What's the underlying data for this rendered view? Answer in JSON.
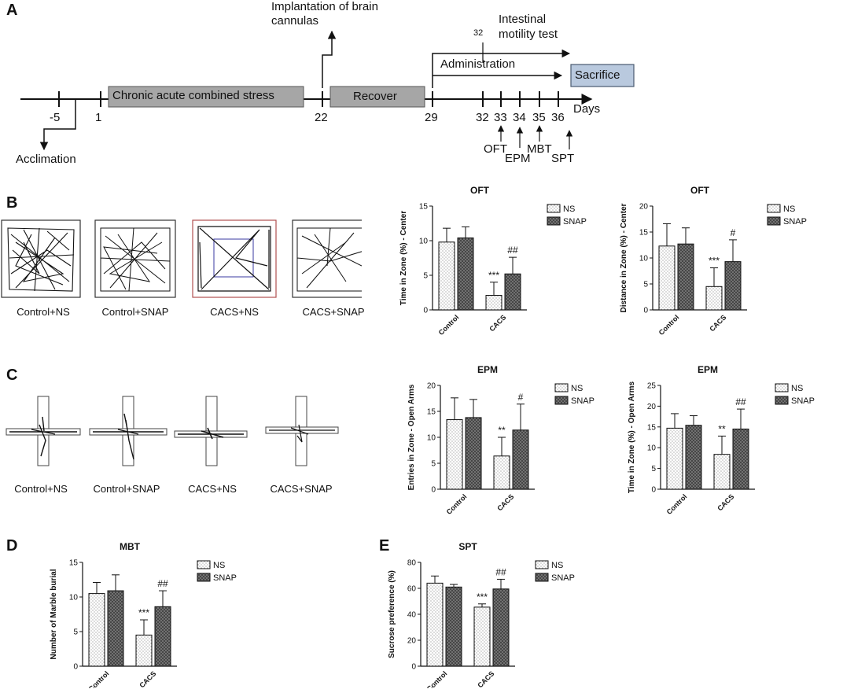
{
  "panels": {
    "A": "A",
    "B": "B",
    "C": "C",
    "D": "D",
    "E": "E"
  },
  "timeline": {
    "top_labels": {
      "implantation": [
        "Implantation of brain",
        "cannulas"
      ],
      "intestinal": [
        "Intestinal",
        "motility test"
      ],
      "day32_small": "32"
    },
    "stress_box": "Chronic acute combined stress",
    "recover_box": "Recover",
    "administration": "Administration",
    "sacrifice": "Sacrifice",
    "days_label": "Days",
    "acclimation": "Acclimation",
    "ticks": [
      "-5",
      "1",
      "22",
      "29",
      "32",
      "33",
      "34",
      "35",
      "36"
    ],
    "tests": {
      "oft": "OFT",
      "epm": "EPM",
      "mbt": "MBT",
      "spt": "SPT"
    }
  },
  "track_labels": {
    "oft": [
      "Control+NS",
      "Control+SNAP",
      "CACS+NS",
      "CACS+SNAP"
    ],
    "epm": [
      "Control+NS",
      "Control+SNAP",
      "CACS+NS",
      "CACS+SNAP"
    ]
  },
  "colors": {
    "ns_fill": "#ffffff",
    "snap_fill": "#7a7a7a",
    "ink": "#111111",
    "box_gray": "#a6a6a6",
    "sacrifice_fill": "#b9c9de"
  },
  "chart_data": [
    {
      "id": "oft1",
      "type": "bar",
      "title": "OFT",
      "ylabel": "Time in Zone (%) - Center",
      "xlabel": "",
      "categories": [
        "Control",
        "CACS"
      ],
      "ylim": [
        0,
        15
      ],
      "yticks": [
        "0",
        "5",
        "10",
        "15"
      ],
      "series": [
        {
          "name": "NS",
          "values": [
            9.8,
            2.1
          ],
          "errors": [
            2.0,
            1.9
          ]
        },
        {
          "name": "SNAP",
          "values": [
            10.4,
            5.2
          ],
          "errors": [
            1.6,
            2.4
          ]
        }
      ],
      "annotations": [
        {
          "series": 0,
          "category": 1,
          "text": "***"
        },
        {
          "series": 1,
          "category": 1,
          "text": "##"
        }
      ],
      "legend": "top-right"
    },
    {
      "id": "oft2",
      "type": "bar",
      "title": "OFT",
      "ylabel": "Distance in Zone (%) - Center",
      "xlabel": "",
      "categories": [
        "Control",
        "CACS"
      ],
      "ylim": [
        0,
        20
      ],
      "yticks": [
        "0",
        "5",
        "10",
        "15",
        "20"
      ],
      "series": [
        {
          "name": "NS",
          "values": [
            12.3,
            4.5
          ],
          "errors": [
            4.3,
            3.6
          ]
        },
        {
          "name": "SNAP",
          "values": [
            12.7,
            9.3
          ],
          "errors": [
            3.1,
            4.2
          ]
        }
      ],
      "annotations": [
        {
          "series": 0,
          "category": 1,
          "text": "***"
        },
        {
          "series": 1,
          "category": 1,
          "text": "#"
        }
      ],
      "legend": "top-right"
    },
    {
      "id": "epm1",
      "type": "bar",
      "title": "EPM",
      "ylabel": "Entries in Zone - Open Arms",
      "xlabel": "",
      "categories": [
        "Control",
        "CACS"
      ],
      "ylim": [
        0,
        20
      ],
      "yticks": [
        "0",
        "5",
        "10",
        "15",
        "20"
      ],
      "series": [
        {
          "name": "NS",
          "values": [
            13.4,
            6.4
          ],
          "errors": [
            4.2,
            3.6
          ]
        },
        {
          "name": "SNAP",
          "values": [
            13.8,
            11.4
          ],
          "errors": [
            3.5,
            5.0
          ]
        }
      ],
      "annotations": [
        {
          "series": 0,
          "category": 1,
          "text": "**"
        },
        {
          "series": 1,
          "category": 1,
          "text": "#"
        }
      ],
      "legend": "top-right"
    },
    {
      "id": "epm2",
      "type": "bar",
      "title": "EPM",
      "ylabel": "Time in Zone (%) - Open Arms",
      "xlabel": "",
      "categories": [
        "Control",
        "CACS"
      ],
      "ylim": [
        0,
        25
      ],
      "yticks": [
        "0",
        "5",
        "10",
        "15",
        "20",
        "25"
      ],
      "series": [
        {
          "name": "NS",
          "values": [
            14.7,
            8.4
          ],
          "errors": [
            3.5,
            4.4
          ]
        },
        {
          "name": "SNAP",
          "values": [
            15.4,
            14.5
          ],
          "errors": [
            2.3,
            4.8
          ]
        }
      ],
      "annotations": [
        {
          "series": 0,
          "category": 1,
          "text": "**"
        },
        {
          "series": 1,
          "category": 1,
          "text": "##"
        }
      ],
      "legend": "top-right"
    },
    {
      "id": "mbt",
      "type": "bar",
      "title": "MBT",
      "ylabel": "Number of Marble burial",
      "xlabel": "",
      "categories": [
        "Control",
        "CACS"
      ],
      "ylim": [
        0,
        15
      ],
      "yticks": [
        "0",
        "5",
        "10",
        "15"
      ],
      "series": [
        {
          "name": "NS",
          "values": [
            10.5,
            4.5
          ],
          "errors": [
            1.6,
            2.2
          ]
        },
        {
          "name": "SNAP",
          "values": [
            10.9,
            8.6
          ],
          "errors": [
            2.3,
            2.3
          ]
        }
      ],
      "annotations": [
        {
          "series": 0,
          "category": 1,
          "text": "***"
        },
        {
          "series": 1,
          "category": 1,
          "text": "##"
        }
      ],
      "legend": "top-right"
    },
    {
      "id": "spt",
      "type": "bar",
      "title": "SPT",
      "ylabel": "Sucrose preference (%)",
      "xlabel": "",
      "categories": [
        "Control",
        "CACS"
      ],
      "ylim": [
        0,
        80
      ],
      "yticks": [
        "0",
        "20",
        "40",
        "60",
        "80"
      ],
      "series": [
        {
          "name": "NS",
          "values": [
            64.0,
            45.5
          ],
          "errors": [
            5.5,
            2.5
          ]
        },
        {
          "name": "SNAP",
          "values": [
            61.0,
            59.5
          ],
          "errors": [
            2.0,
            7.5
          ]
        }
      ],
      "annotations": [
        {
          "series": 0,
          "category": 1,
          "text": "***"
        },
        {
          "series": 1,
          "category": 1,
          "text": "##"
        }
      ],
      "legend": "top-right"
    }
  ]
}
